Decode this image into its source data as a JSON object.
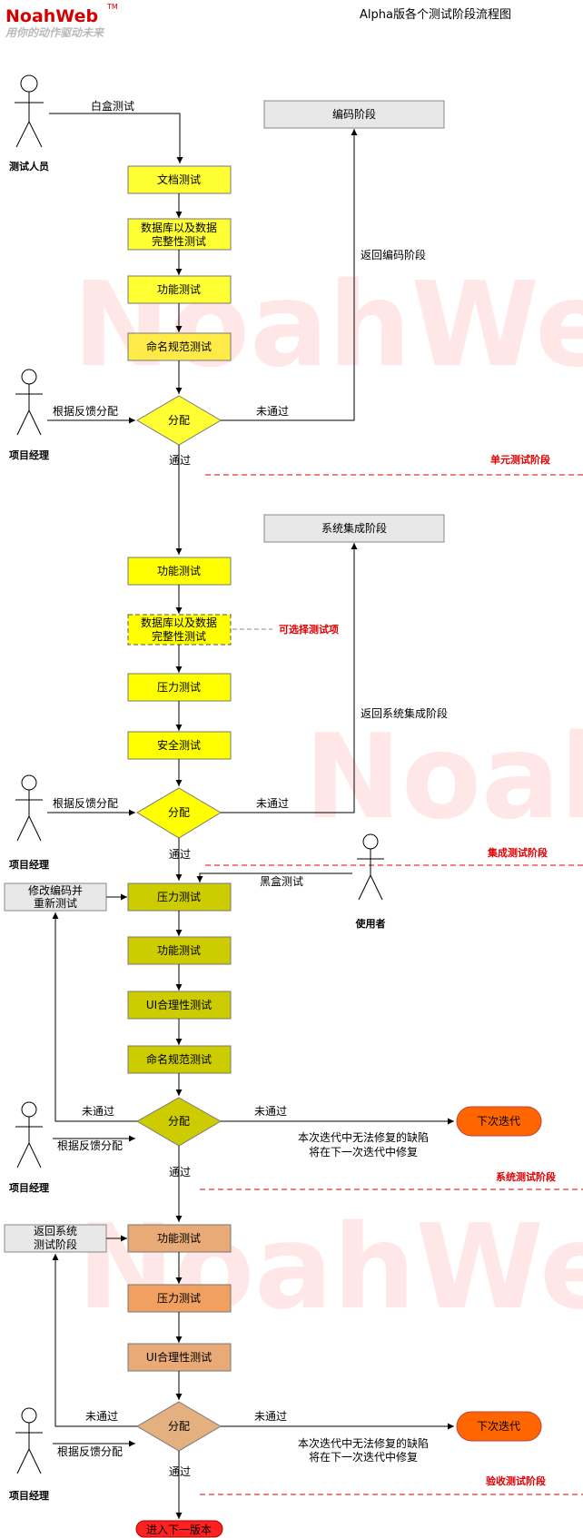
{
  "header": {
    "logo_text": "NoahWeb",
    "logo_tm": "TM",
    "tagline": "用你的动作驱动未来",
    "title": "Alpha版各个测试阶段流程图"
  },
  "watermark": "NoahWeb",
  "actors": {
    "tester": "测试人员",
    "pm": "项目经理",
    "user": "使用者"
  },
  "stage1": {
    "entry_label": "白盒测试",
    "return_box": "编码阶段",
    "return_label": "返回编码阶段",
    "tests": [
      "文档测试",
      "数据库以及数据完整性测试",
      "功能测试",
      "命名规范测试"
    ],
    "decision": "分配",
    "feedback": "根据反馈分配",
    "fail": "未通过",
    "pass": "通过",
    "phase": "单元测试阶段"
  },
  "stage2": {
    "return_box": "系统集成阶段",
    "return_label": "返回系统集成阶段",
    "tests": [
      "功能测试",
      "数据库以及数据完整性测试",
      "压力测试",
      "安全测试"
    ],
    "optional_note": "可选择测试项",
    "decision": "分配",
    "feedback": "根据反馈分配",
    "fail": "未通过",
    "pass": "通过",
    "phase": "集成测试阶段"
  },
  "stage3": {
    "entry_label": "黑盒测试",
    "return_box": "修改编码并重新测试",
    "tests": [
      "压力测试",
      "功能测试",
      "UI合理性测试",
      "命名规范测试"
    ],
    "decision": "分配",
    "feedback": "根据反馈分配",
    "fail_left": "未通过",
    "fail_right": "未通过",
    "next_iteration": "下次迭代",
    "defer_note": [
      "本次迭代中无法修复的缺陷",
      "将在下一次迭代中修复"
    ],
    "pass": "通过",
    "phase": "系统测试阶段"
  },
  "stage4": {
    "return_box": "返回系统测试阶段",
    "tests": [
      "功能测试",
      "压力测试",
      "UI合理性测试"
    ],
    "decision": "分配",
    "feedback": "根据反馈分配",
    "fail_left": "未通过",
    "fail_right": "未通过",
    "next_iteration": "下次迭代",
    "defer_note": [
      "本次迭代中无法修复的缺陷",
      "将在下一次迭代中修复"
    ],
    "pass": "通过",
    "phase": "验收测试阶段",
    "end": "进入下一版本"
  },
  "colors": {
    "stage1_box": "#ffff33",
    "stage1_box_alt": "#ffeb47",
    "stage2_box": "#ffff00",
    "stage3_box": "#cccc00",
    "stage4_box": "#e8aa77",
    "stage4_box_alt": "#f0a060",
    "decision_stage4": "#e5b080",
    "grey_box": "#e8e8e8",
    "next_iteration": "#ff6600",
    "end_node": "#ff2020",
    "phase_red": "#e00000",
    "logo_red": "#d40000"
  }
}
